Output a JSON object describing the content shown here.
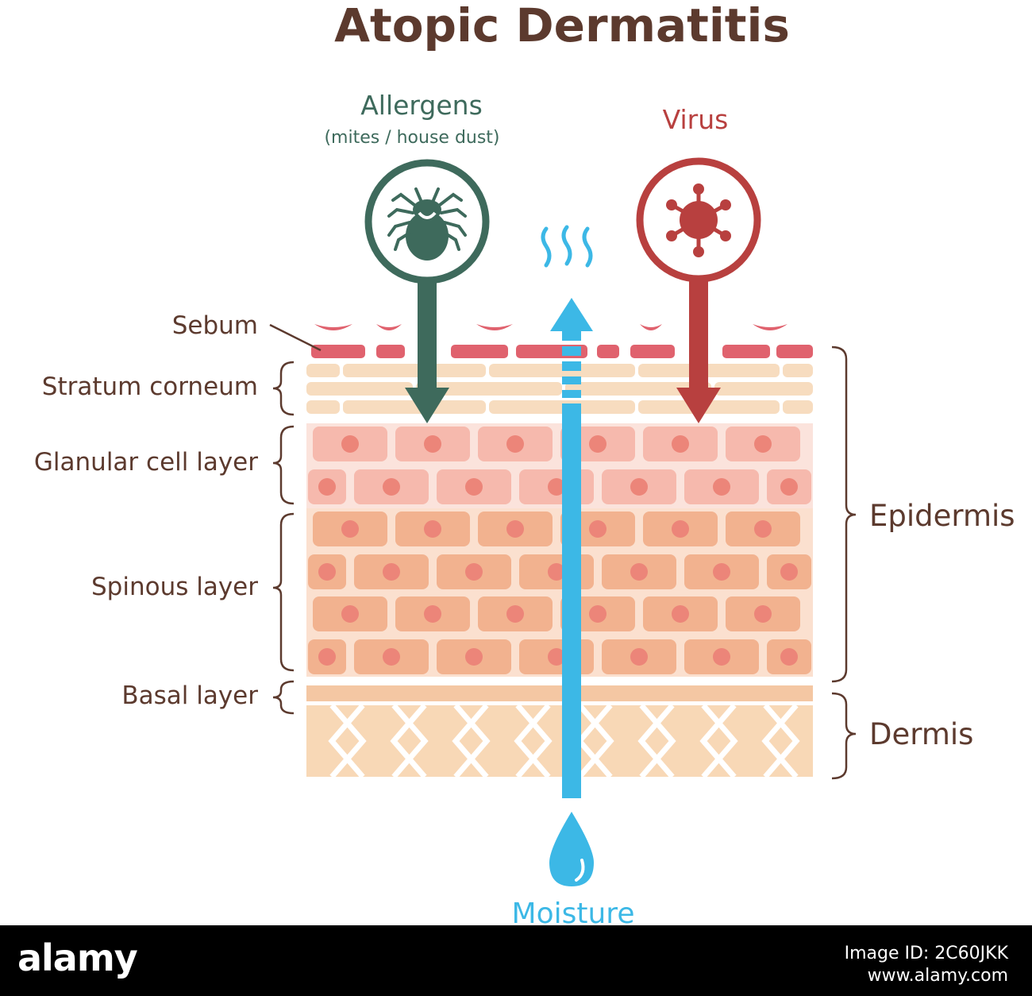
{
  "title": "Atopic Dermatitis",
  "colors": {
    "brown": "#5c3a2e",
    "allergen": "#3e6a5c",
    "virus": "#b8403f",
    "moisture": "#3cb8e6",
    "sebum": "#e0626e",
    "corneum": "#f7dcbf",
    "granular_bg": "#fbe3dc",
    "granular_cell": "#f6b9ad",
    "spinous_bg": "#fbe0cf",
    "spinous_cell": "#f2b28f",
    "nucleus": "#ec8579",
    "basal": "#f4c7a3",
    "dermis": "#f8d8b6"
  },
  "threats": {
    "allergens": {
      "title": "Allergens",
      "subtitle": "(mites / house dust)",
      "icon": "mite-icon"
    },
    "virus": {
      "title": "Virus",
      "icon": "virus-icon"
    }
  },
  "moisture": {
    "label": "Moisture",
    "icon": "water-drop-icon"
  },
  "layers_left": {
    "sebum": "Sebum",
    "stratum_corneum": "Stratum corneum",
    "granular": "Glanular cell layer",
    "spinous": "Spinous layer",
    "basal": "Basal layer"
  },
  "layers_right": {
    "epidermis": "Epidermis",
    "dermis": "Dermis"
  },
  "footer": {
    "logo": "alamy",
    "image_id": "Image ID: 2C60JKK",
    "site": "www.alamy.com"
  }
}
